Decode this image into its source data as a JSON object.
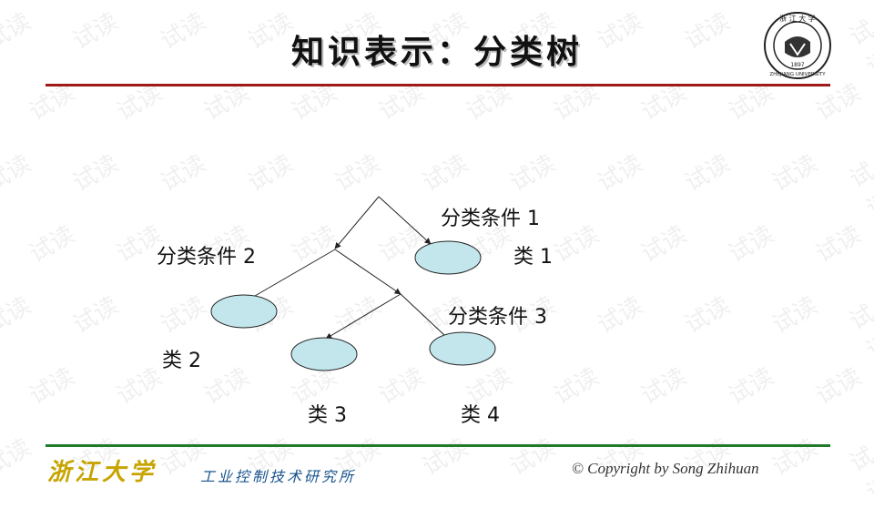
{
  "title": "知识表示：分类树",
  "watermark_text": "试读",
  "logo": {
    "top_text": "浙 江 大 学",
    "year": "1897",
    "bottom_text": "ZHEJIANG UNIVERSITY"
  },
  "diagram": {
    "conditions": [
      "分类条件 1",
      "分类条件 2",
      "分类条件 3"
    ],
    "classes": [
      "类 1",
      "类 2",
      "类 3",
      "类 4"
    ]
  },
  "footer": {
    "university": "浙江大学",
    "institute": "工业控制技术研究所",
    "copyright": "© Copyright by Song Zhihuan"
  },
  "colors": {
    "node_fill": "#c2e6ec",
    "title_rule": "#a01818",
    "footer_rule": "#1f7a2a",
    "institute_text": "#18548c",
    "university_text": "#c8a400"
  }
}
